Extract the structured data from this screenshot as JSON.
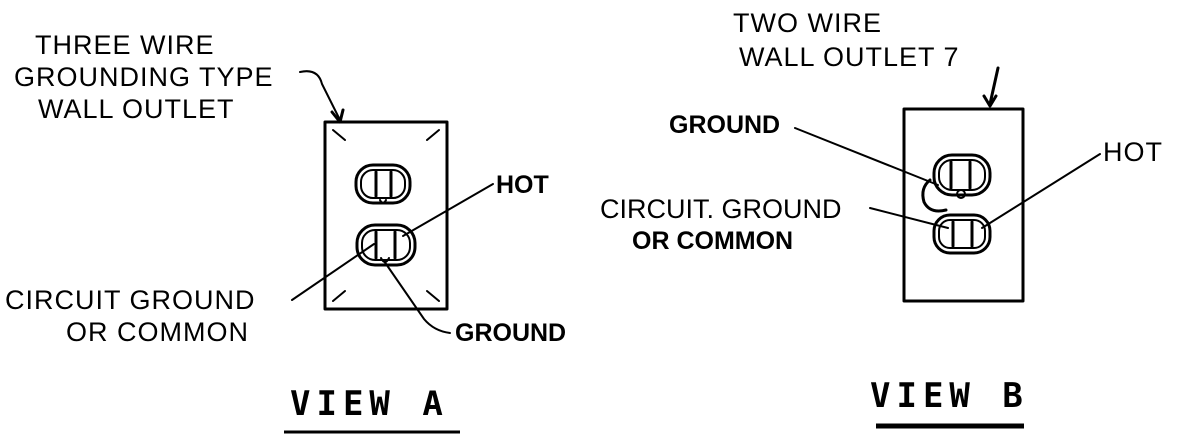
{
  "view_a": {
    "title_line1": "THREE WIRE",
    "title_line2": "GROUNDING TYPE",
    "title_line3": "WALL OUTLET",
    "hot": "HOT",
    "circuit_ground_line1": "CIRCUIT GROUND",
    "circuit_ground_line2": "OR COMMON",
    "ground": "GROUND",
    "caption": "VIEW A"
  },
  "view_b": {
    "title_line1": "TWO WIRE",
    "title_line2": "WALL OUTLET 7",
    "ground": "GROUND",
    "hot": "HOT",
    "circuit_ground_line1": "CIRCUIT. GROUND",
    "circuit_ground_line2": "OR COMMON",
    "caption": "VIEW B"
  }
}
